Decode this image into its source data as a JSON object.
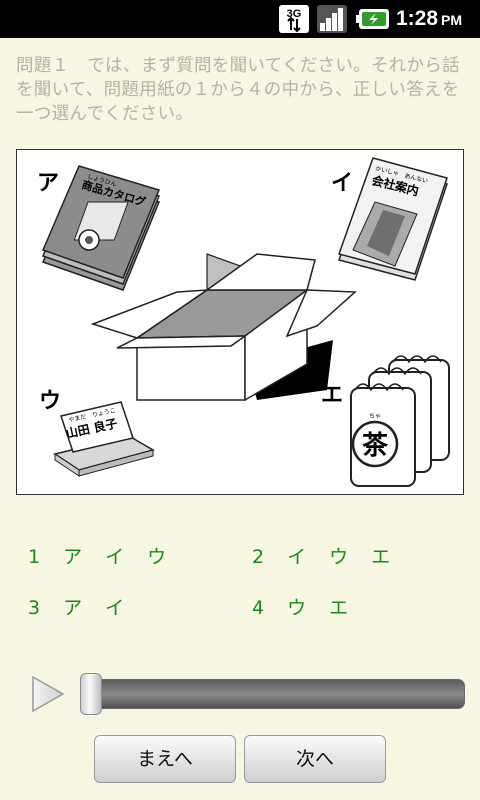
{
  "status_bar": {
    "network": "3G",
    "time": "1:28",
    "ampm": "PM"
  },
  "question": {
    "text": "問題１　では、まず質問を聞いてください。それから話を聞いて、問題用紙の１から４の中から、正しい答えを一つ選んでください。"
  },
  "figure": {
    "labels": {
      "a": "ア",
      "i": "イ",
      "u": "ウ",
      "e": "エ"
    },
    "catalog_ruby": "しょうひん",
    "catalog_title": "商品カタログ",
    "company_ruby": "かいしゃ　あんない",
    "company_title": "会社案内",
    "card_ruby": "やまだ　りょうこ",
    "card_name": "山田 良子",
    "tea_char": "茶",
    "tea_ruby": "ちゃ"
  },
  "choices": [
    {
      "number": "1",
      "text": "ア　イ　ウ"
    },
    {
      "number": "2",
      "text": "イ　ウ　エ"
    },
    {
      "number": "3",
      "text": "ア　イ"
    },
    {
      "number": "4",
      "text": "ウ　エ"
    }
  ],
  "player": {
    "progress": 0.0
  },
  "buttons": {
    "prev": "まえへ",
    "next": "次へ"
  }
}
